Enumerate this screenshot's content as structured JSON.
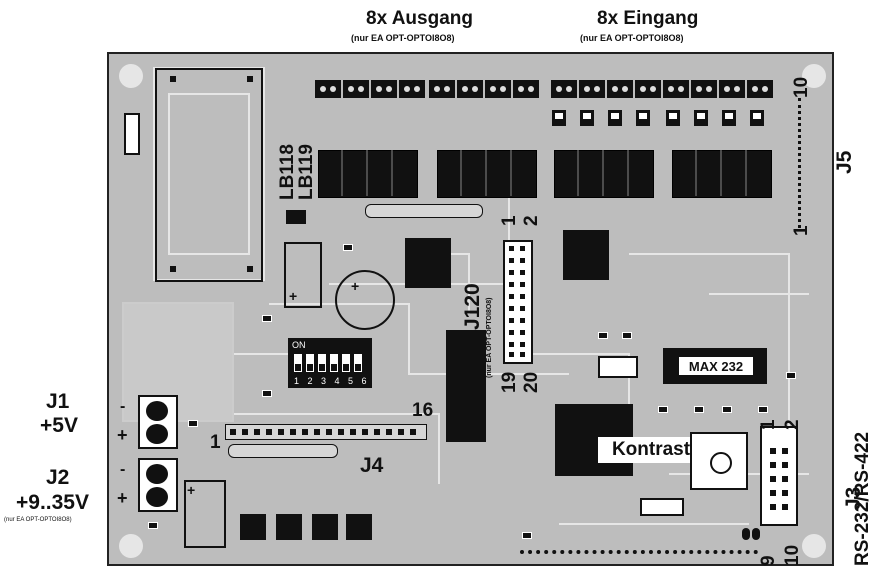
{
  "labels": {
    "out_title": "8x Ausgang",
    "out_sub": "(nur EA OPT-OPTOI8O8)",
    "in_title": "8x Eingang",
    "in_sub": "(nur EA OPT-OPTOI8O8)",
    "j5": "J5",
    "j5_pin10": "10",
    "j5_pin1": "1",
    "lb118": "LB118",
    "lb119": "LB119",
    "j120": "J120",
    "j120_sub": "(nur EA OPT-OPTOI8O8)",
    "pin1": "1",
    "pin2": "2",
    "pin19": "19",
    "pin20": "20",
    "max232": "MAX 232",
    "j1": "J1",
    "j1_volt": "+5V",
    "j2": "J2",
    "j2_volt": "+9..35V",
    "j2_sub": "(nur EA OPT-OPTOI8O8)",
    "j4": "J4",
    "j4_pin16": "16",
    "j4_pin1": "1",
    "kontrast": "Kontrast",
    "j3": "J3",
    "j3_sub": "RS-232/RS-422",
    "j3_pin1": "1",
    "j3_pin2": "2",
    "j3_pin9": "9",
    "j3_pin10": "10",
    "dip_on": "ON",
    "dip_nums": "1 2 3 4 5 6",
    "polarity_minus": "-",
    "polarity_plus": "+"
  },
  "colors": {
    "board": "#bdbdbd",
    "component": "#111111",
    "text": "#111111"
  }
}
